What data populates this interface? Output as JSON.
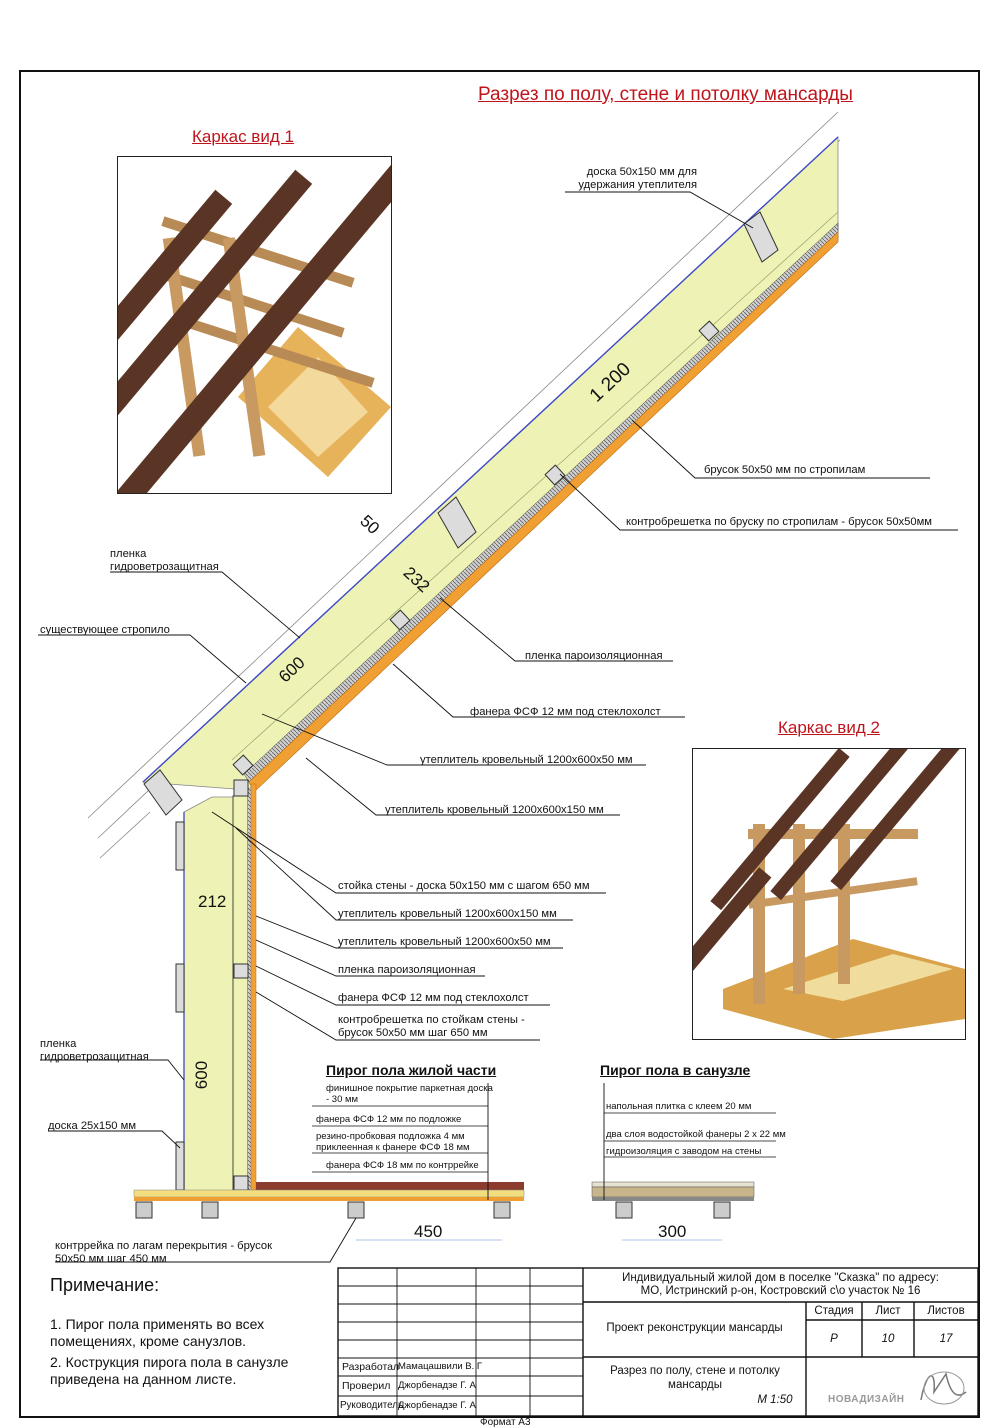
{
  "main_title": "Разрез по полу, стене и потолку мансарды",
  "views": {
    "view1_title": "Каркас вид 1",
    "view2_title": "Каркас вид 2"
  },
  "dimensions": {
    "roof_length": "1 200",
    "roof_thickness_50": "50",
    "roof_thickness_232": "232",
    "roof_600": "600",
    "wall_212": "212",
    "wall_600": "600",
    "floor_450": "450",
    "floor_300": "300"
  },
  "roof_callouts": {
    "board_holder": "доска 50х150 мм для удержания утеплителя",
    "batten_rafters": "брусок 50х50 мм по стропилам",
    "counter_batten": "контробрешетка по бруску по стропилам - брусок 50х50мм",
    "membrane_wind": "пленка гидроветрозащитная",
    "existing_rafter": "существующее стропило",
    "vapor_film": "пленка пароизоляционная",
    "plywood_12": "фанера ФСФ 12 мм  под стеклохолст",
    "insulation_50": "утеплитель кровельный 1200х600х50 мм",
    "insulation_150": "утеплитель кровельный 1200х600х150 мм"
  },
  "wall_callouts": {
    "stud": "стойка стены  - доска 50х150 мм с шагом 650 мм",
    "insulation_150": "утеплитель кровельный 1200х600х150 мм",
    "insulation_50": "утеплитель кровельный 1200х600х50 мм",
    "vapor_film": "пленка пароизоляционная",
    "plywood_12": "фанера ФСФ 12 мм  под стеклохолст",
    "counter_batten": "контробрешетка по стойкам стены - брусок 50х50 мм шаг 650 мм",
    "membrane_wind": "пленка гидроветрозащитная",
    "board_25": "доска 25х150 мм",
    "floor_batten": "контррейка по лагам перекрытия - брусок 50х50 мм шаг 450 мм"
  },
  "floor_living": {
    "title": "Пирог пола жилой части",
    "layer1": "финишное покрытие паркетная доска - 30 мм",
    "layer2": "фанера ФСФ 12 мм по подложке",
    "layer3": "резино-пробковая подложка 4 мм приклеенная к фанере ФСФ 18 мм",
    "layer4": "фанера ФСФ 18 мм по контррейке"
  },
  "floor_bath": {
    "title": "Пирог пола в санузле",
    "layer1": "напольная плитка с клеем 20 мм",
    "layer2": "два слоя водостойкой фанеры 2 х 22 мм",
    "layer3": "гидроизоляция с заводом на стены"
  },
  "notes": {
    "heading": "Примечание:",
    "note1": "1. Пирог пола применять во всех помещениях, кроме санузлов.",
    "note2": "2. Кострукция пирога пола в санузле приведена на данном листе."
  },
  "title_block": {
    "project": "Индивидуальный жилой дом в поселке \"Сказка\" по адресу:",
    "address": "МО, Истринский р-он, Костровский с\\о участок № 16",
    "stage_h": "Стадия",
    "sheet_h": "Лист",
    "sheets_h": "Листов",
    "stage": "Р",
    "sheet": "10",
    "sheets": "17",
    "doc_name": "Проект реконструкции мансарды",
    "drawing_name": "Разрез по полу, стене и потолку мансарды",
    "scale": "М 1:50",
    "role1": "Разработал",
    "role2": "Проверил",
    "role3": "Руководитель",
    "name1": "Мамацашвили В. Г",
    "name2": "Джорбенадзе Г. А",
    "name3": "Джорбенадзе Г. А",
    "company": "НОВАДИЗАЙН",
    "format": "Формат А3"
  },
  "colors": {
    "insulation": "#eef2b4",
    "plywood": "#f0a033",
    "red_title": "#c0141c",
    "floor_dark": "#8c3b2f",
    "floor_light": "#f2de7e"
  }
}
